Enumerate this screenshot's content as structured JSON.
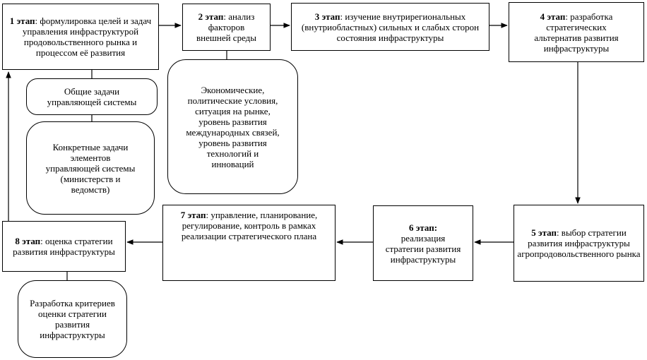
{
  "stages": [
    {
      "id": "s1",
      "label": "1 этап",
      "text": ": формулировка целей и задач управления инфраструктурой продовольственного рынка и процессом её развития"
    },
    {
      "id": "s2",
      "label": "2 этап",
      "text": ": анализ факторов внешней среды"
    },
    {
      "id": "s3",
      "label": "3 этап",
      "text": ": изучение внутрирегиональных (внутриобластных) сильных и слабых сторон состояния инфраструктуры"
    },
    {
      "id": "s4",
      "label": "4 этап",
      "text": ": разработка стратегических альтернатив развития инфраструктуры"
    },
    {
      "id": "s5",
      "label": "5 этап",
      "text": ": выбор стратегии развития инфраструктуры агропродовольственного рынка"
    },
    {
      "id": "s6",
      "label": "6 этап:",
      "text": "реализация стратегии развития инфраструктуры"
    },
    {
      "id": "s7",
      "label": "7 этап",
      "text": ": управление, планирование, регулирование, контроль в рамках реализации стратегического плана"
    },
    {
      "id": "s8",
      "label": "8 этап",
      "text": ": оценка стратегии развития инфраструктуры"
    }
  ],
  "notes": {
    "general_tasks": "Общие задачи управляющей системы",
    "specific_tasks": "Конкретные задачи элементов управляющей системы (министерств и ведомств)",
    "external_factors": "Экономические, политические условия, ситуация на рынке, уровень развития международных связей, уровень развития технологий и инноваций",
    "criteria": "Разработка критериев оценки стратегии развития инфраструктуры"
  }
}
